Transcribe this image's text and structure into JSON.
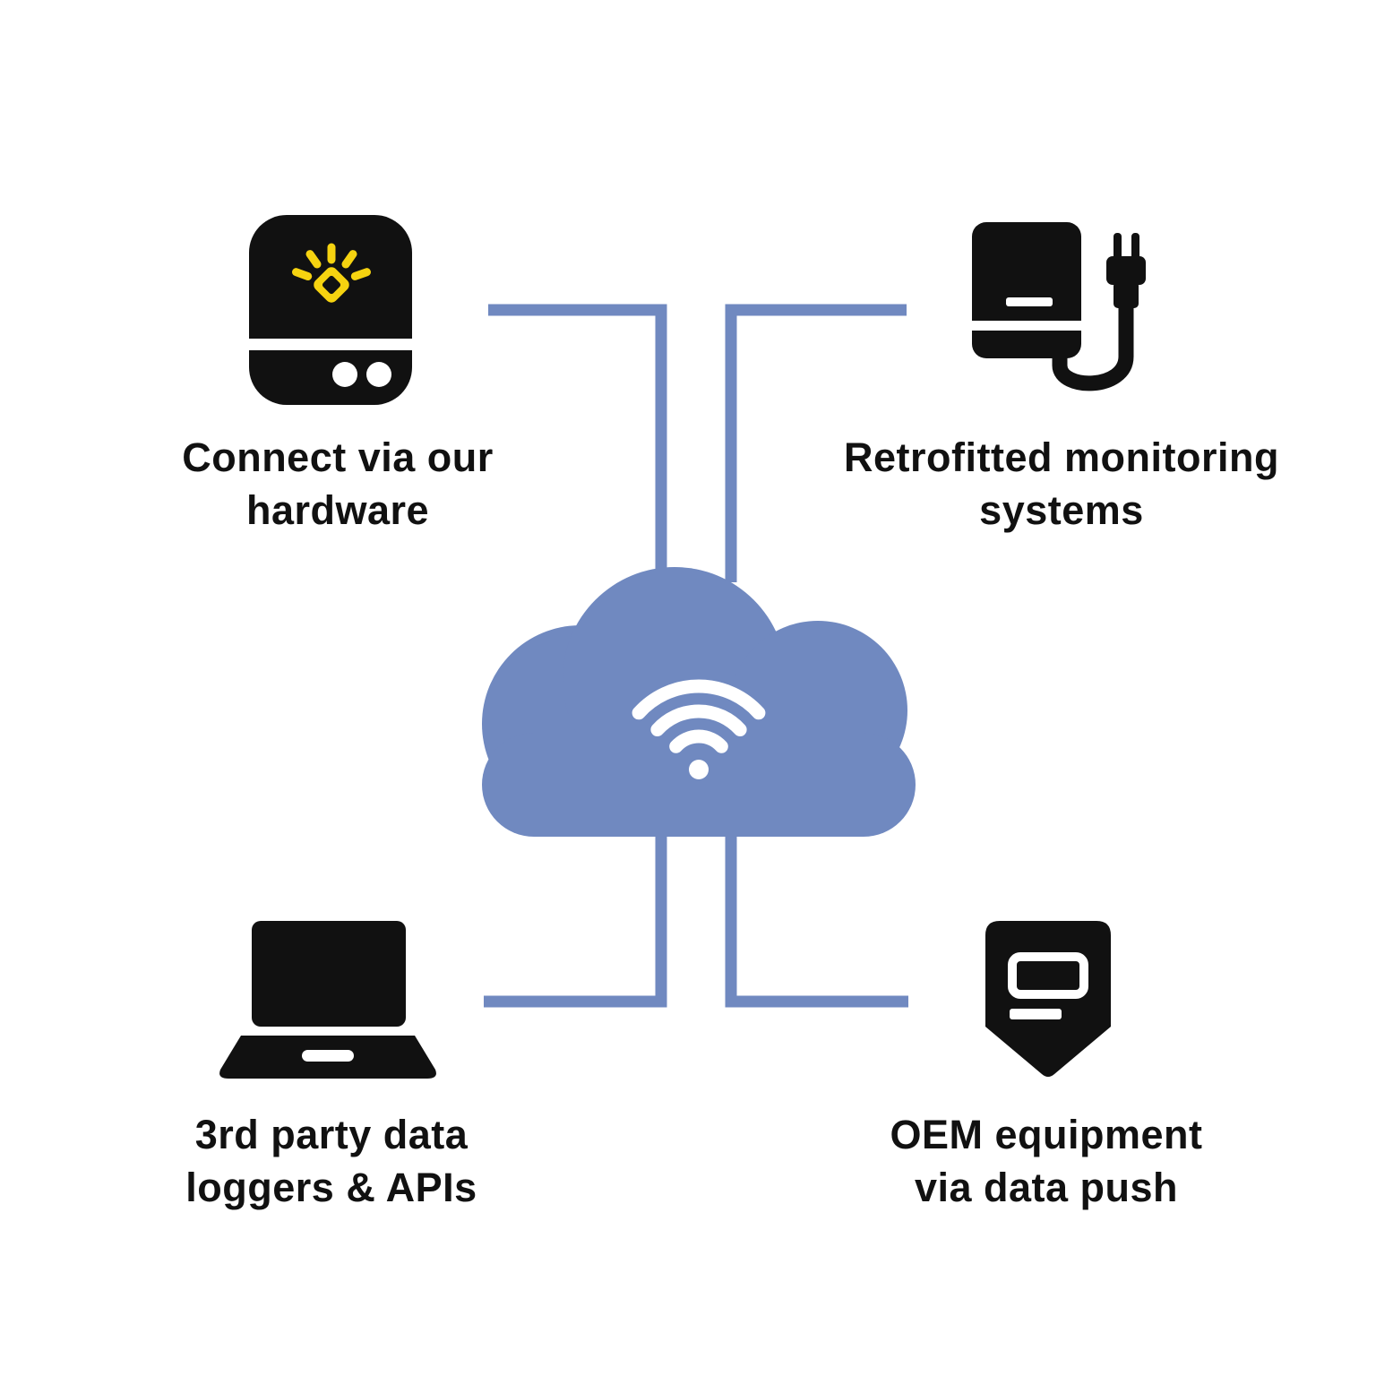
{
  "diagram": {
    "center": {
      "icon": "cloud-wifi-icon"
    },
    "nodes": [
      {
        "id": "hardware",
        "icon": "gateway-device-icon",
        "label": [
          "Connect via our",
          "hardware"
        ]
      },
      {
        "id": "retrofit",
        "icon": "retrofit-monitor-plug-icon",
        "label": [
          "Retrofitted monitoring",
          "systems"
        ]
      },
      {
        "id": "loggers",
        "icon": "laptop-icon",
        "label": [
          "3rd party data",
          "loggers & APIs"
        ]
      },
      {
        "id": "oem",
        "icon": "oem-meter-icon",
        "label": [
          "OEM equipment",
          "via data push"
        ]
      }
    ],
    "colors": {
      "cloud_blue": "#7089C0",
      "connector_blue": "#7089C0",
      "icon_black": "#111111",
      "accent_yellow": "#F6D310",
      "text": "#111111"
    }
  }
}
